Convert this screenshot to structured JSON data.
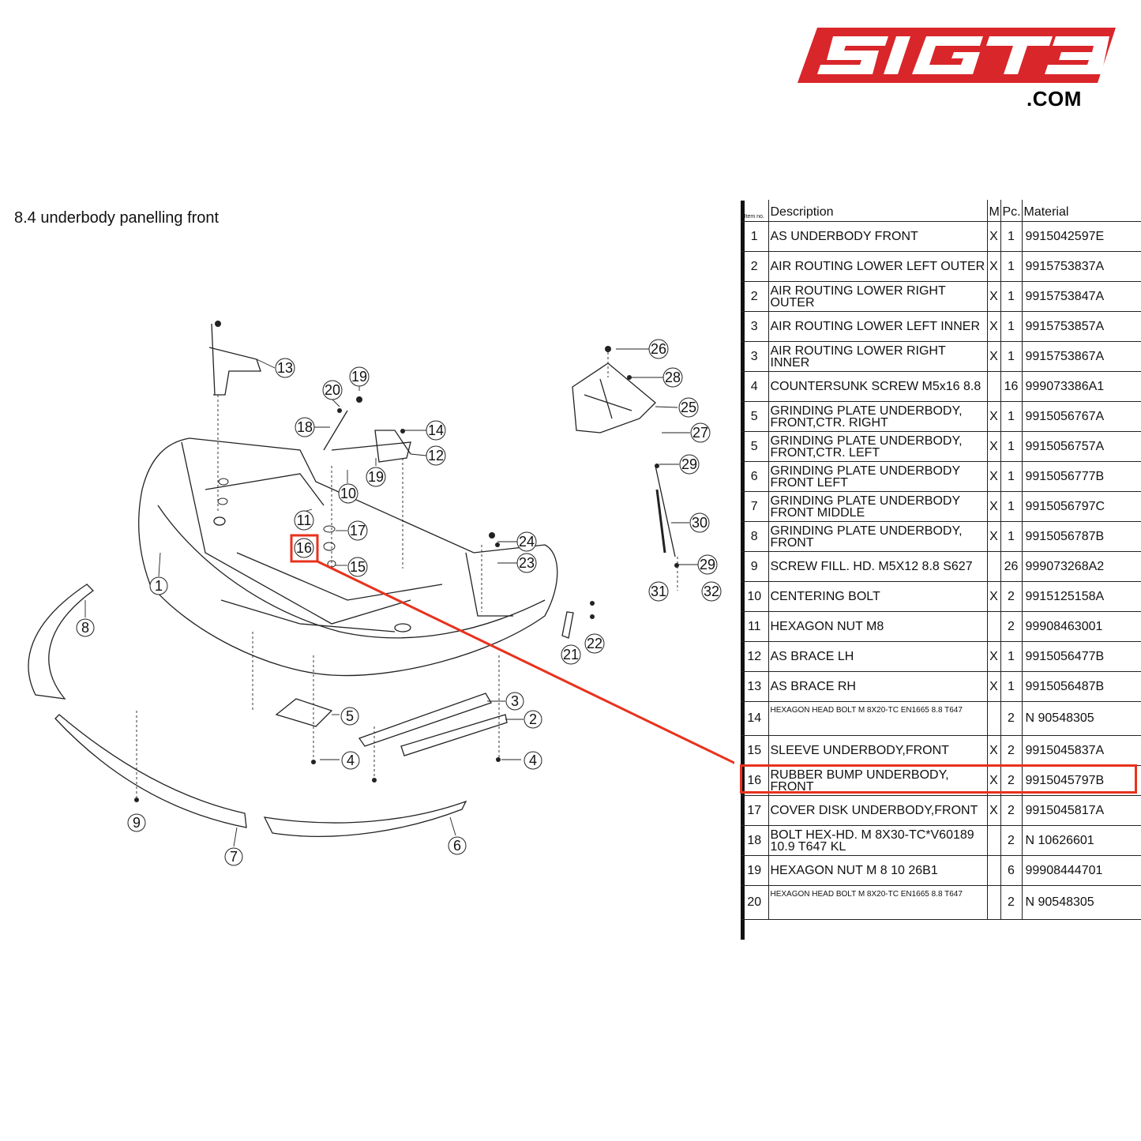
{
  "logo": {
    "text": "SIGT3",
    "suffix": ".COM",
    "color": "#d9262a"
  },
  "section": {
    "title": "8.4  underbody panelling front"
  },
  "table": {
    "headers": {
      "item": "Item no.",
      "desc": "Description",
      "m": "M",
      "pc": "Pc.",
      "material": "Material"
    },
    "rows": [
      {
        "item": "1",
        "desc": "AS UNDERBODY FRONT",
        "m": "X",
        "pc": "1",
        "material": "9915042597E"
      },
      {
        "item": "2",
        "desc": "AIR ROUTING LOWER LEFT OUTER",
        "m": "X",
        "pc": "1",
        "material": "9915753837A"
      },
      {
        "item": "2",
        "desc": "AIR ROUTING LOWER RIGHT OUTER",
        "m": "X",
        "pc": "1",
        "material": "9915753847A"
      },
      {
        "item": "3",
        "desc": "AIR ROUTING LOWER LEFT INNER",
        "m": "X",
        "pc": "1",
        "material": "9915753857A"
      },
      {
        "item": "3",
        "desc": "AIR ROUTING LOWER RIGHT INNER",
        "m": "X",
        "pc": "1",
        "material": "9915753867A"
      },
      {
        "item": "4",
        "desc": "COUNTERSUNK SCREW M5x16 8.8",
        "m": "",
        "pc": "16",
        "material": "999073386A1"
      },
      {
        "item": "5",
        "desc": "GRINDING PLATE UNDERBODY, FRONT,CTR. RIGHT",
        "m": "X",
        "pc": "1",
        "material": "9915056767A"
      },
      {
        "item": "5",
        "desc": "GRINDING PLATE UNDERBODY, FRONT,CTR. LEFT",
        "m": "X",
        "pc": "1",
        "material": "9915056757A"
      },
      {
        "item": "6",
        "desc": "GRINDING PLATE UNDERBODY FRONT LEFT",
        "m": "X",
        "pc": "1",
        "material": "9915056777B"
      },
      {
        "item": "7",
        "desc": "GRINDING PLATE UNDERBODY FRONT MIDDLE",
        "m": "X",
        "pc": "1",
        "material": "9915056797C"
      },
      {
        "item": "8",
        "desc": "GRINDING PLATE UNDERBODY, FRONT",
        "m": "X",
        "pc": "1",
        "material": "9915056787B"
      },
      {
        "item": "9",
        "desc": "SCREW FILL. HD. M5X12 8.8 S627",
        "m": "",
        "pc": "26",
        "material": "999073268A2"
      },
      {
        "item": "10",
        "desc": "CENTERING BOLT",
        "m": "X",
        "pc": "2",
        "material": "9915125158A"
      },
      {
        "item": "11",
        "desc": "HEXAGON NUT M8",
        "m": "",
        "pc": "2",
        "material": "99908463001"
      },
      {
        "item": "12",
        "desc": "AS BRACE LH",
        "m": "X",
        "pc": "1",
        "material": "9915056477B"
      },
      {
        "item": "13",
        "desc": "AS BRACE RH",
        "m": "X",
        "pc": "1",
        "material": "9915056487B"
      },
      {
        "item": "14",
        "desc": "HEXAGON HEAD BOLT M 8X20-TC EN1665 8.8 T647",
        "m": "",
        "pc": "2",
        "material": "N  90548305",
        "small": true
      },
      {
        "item": "15",
        "desc": "SLEEVE UNDERBODY,FRONT",
        "m": "X",
        "pc": "2",
        "material": "9915045837A"
      },
      {
        "item": "16",
        "desc": "RUBBER BUMP UNDERBODY, FRONT",
        "m": "X",
        "pc": "2",
        "material": "9915045797B"
      },
      {
        "item": "17",
        "desc": "COVER DISK UNDERBODY,FRONT",
        "m": "X",
        "pc": "2",
        "material": "9915045817A"
      },
      {
        "item": "18",
        "desc": "BOLT HEX-HD. M 8X30-TC*V60189 10.9 T647 KL",
        "m": "",
        "pc": "2",
        "material": "N  10626601"
      },
      {
        "item": "19",
        "desc": "HEXAGON NUT M 8 10 26B1",
        "m": "",
        "pc": "6",
        "material": "99908444701"
      },
      {
        "item": "20",
        "desc": "HEXAGON HEAD BOLT M 8X20-TC EN1665 8.8 T647",
        "m": "",
        "pc": "2",
        "material": "N  90548305",
        "small": true
      }
    ],
    "highlight_item": "16"
  },
  "callouts": [
    "1",
    "2",
    "3",
    "4",
    "4",
    "5",
    "6",
    "7",
    "8",
    "9",
    "10",
    "11",
    "12",
    "13",
    "14",
    "15",
    "16",
    "17",
    "18",
    "19",
    "19",
    "20",
    "21",
    "22",
    "23",
    "24",
    "25",
    "26",
    "27",
    "28",
    "29",
    "29",
    "30",
    "31",
    "32"
  ],
  "colors": {
    "highlight": "#e8321d",
    "line": "#111111"
  }
}
